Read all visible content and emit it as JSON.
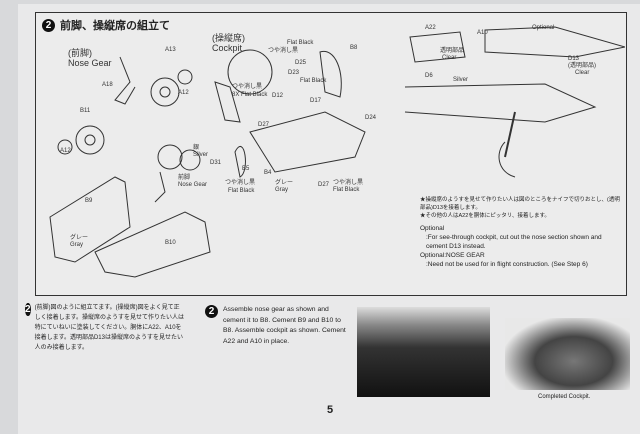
{
  "step": {
    "number": "2",
    "title": "前脚、操縦席の組立て"
  },
  "diagram": {
    "nose_gear_jp": "(前脚)",
    "nose_gear_en": "Nose Gear",
    "cockpit_jp": "(操縦席)",
    "cockpit_en": "Cockpit",
    "nose_gear2_jp": "前脚",
    "nose_gear2_en": "Nose Gear",
    "parts": [
      "A13",
      "A18",
      "A12",
      "B11",
      "A12",
      "D25",
      "D23",
      "B8",
      "D12",
      "D17",
      "D27",
      "D24",
      "D31",
      "B5",
      "B4",
      "D27",
      "B9",
      "B10",
      "A22",
      "A10",
      "D6",
      "D13"
    ],
    "colors": {
      "flat_black_jp": "つや消し黒",
      "flat_black_en": "Flat Black",
      "bx_flat_black_en": "8X Flat Black",
      "silver_jp": "銀",
      "silver_en": "Silver",
      "gray_jp": "グレー",
      "gray_en": "Gray",
      "clear_jp": "透明部品",
      "clear_en": "Clear",
      "clear2_jp": "(透明部品)",
      "optional": "Optional"
    }
  },
  "notes": {
    "jp1": "★操縦席のようすを見せて作りたい人は図のところをナイフで切りおとし、(透明部品)D13を接着します。",
    "jp2": "★その他の人はA22を胴体にピッタリ、接着します。",
    "opt1_title": "Optional",
    "opt1_text": ":For see-through cockpit, cut out the nose section shown and cement D13 instead.",
    "opt2_title": "Optional:NOSE GEAR",
    "opt2_text": ":Need not be used for in flight construction. (See Step 6)"
  },
  "bottom": {
    "jp_text": "(前脚)図のように組立てます。(操縦席)図をよく見て正しく接着します。操縦席のようすを見せて作りたい人は特にていねいに塗装してください。胴体にA22、A10を接着します。透明部品D13は操縦席のようすを見せたい人のみ接着します。",
    "en_text": "Assemble nose gear as shown and cement it to B8. Cement B9 and B10 to B8. Assemble cockpit as shown. Cement A22 and A10 in place.",
    "photo_caption": "Completed Cockpit.",
    "page_number": "5"
  }
}
